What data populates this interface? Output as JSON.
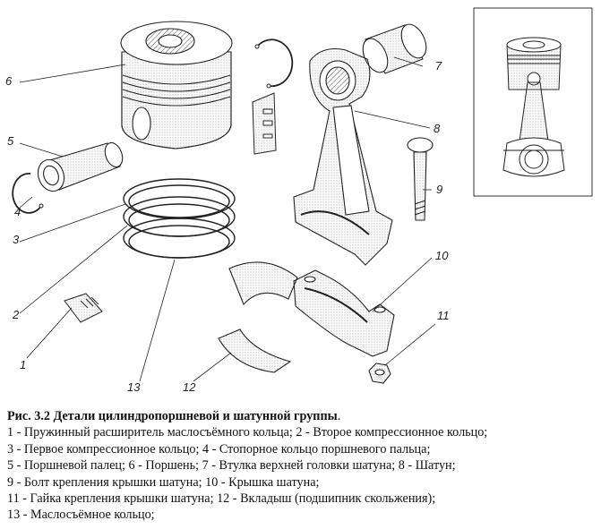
{
  "callouts": {
    "n1": "1",
    "n2": "2",
    "n3": "3",
    "n4": "4",
    "n5": "5",
    "n6": "6",
    "n7": "7",
    "n8": "8",
    "n9": "9",
    "n10": "10",
    "n11": "11",
    "n12": "12",
    "n13": "13"
  },
  "caption": {
    "title": "Рис. 3.2 Детали цилиндропоршневой и шатунной группы",
    "title_end": ".",
    "lines": [
      "1 - Пружинный расширитель маслосъёмного кольца; 2 - Второе компрессионное кольцо;",
      "3 - Первое компрессионное кольцо; 4 - Стопорное кольцо поршневого пальца;",
      "5 - Поршневой палец; 6 - Поршень; 7 - Втулка верхней головки шатуна; 8 - Шатун;",
      "9 - Болт крепления крышки шатуна; 10 - Крышка шатуна;",
      "11 - Гайка крепления крышки шатуна; 12 - Вкладыш (подшипник скольжения);",
      "13 - Маслосъёмное кольцо;"
    ]
  }
}
